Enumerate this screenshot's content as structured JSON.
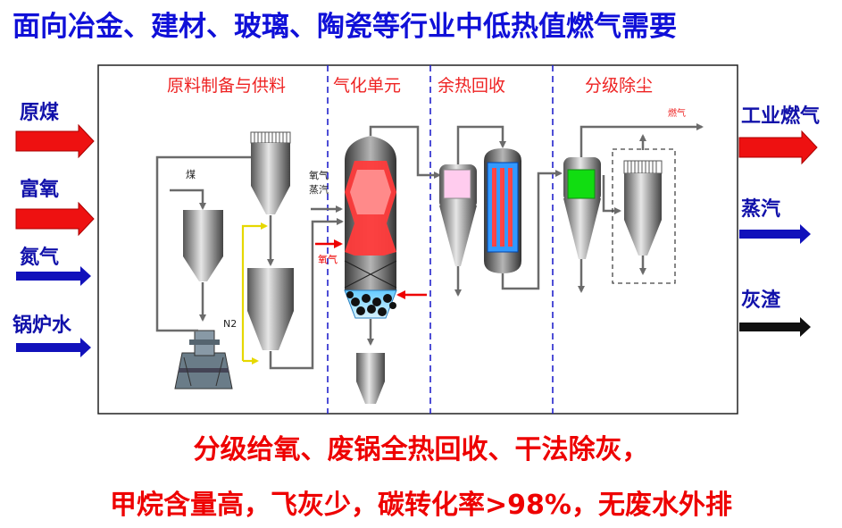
{
  "title": "面向冶金、建材、玻璃、陶瓷等行业中低热值燃气需要",
  "inputs": [
    {
      "label": "原煤",
      "arrow_color": "#ee1111"
    },
    {
      "label": "富氧",
      "arrow_color": "#ee1111"
    },
    {
      "label": "氮气",
      "arrow_color": "#1111bb"
    },
    {
      "label": "锅炉水",
      "arrow_color": "#1111bb"
    }
  ],
  "outputs": [
    {
      "label": "工业燃气",
      "arrow_color": "#ee1111"
    },
    {
      "label": "蒸汽",
      "arrow_color": "#1111bb"
    },
    {
      "label": "灰渣",
      "arrow_color": "#111111"
    }
  ],
  "sections": [
    "原料制备与供料",
    "气化单元",
    "余热回收",
    "分级除尘"
  ],
  "process_labels": {
    "coal": "煤",
    "n2": "N2",
    "oxygen_steam_1": "氧气",
    "oxygen_steam_2": "蒸汽",
    "oxygen": "氧气",
    "gas": "燃气"
  },
  "bottom_lines": [
    "分级给氧、废锅全热回收、干法除灰，",
    "甲烷含量高，飞灰少，碳转化率>98%，无废水外排"
  ],
  "colors": {
    "title": "#1010d8",
    "section_label": "#ee2222",
    "divider": "#2222cc",
    "bottom_text": "#ee0000"
  }
}
